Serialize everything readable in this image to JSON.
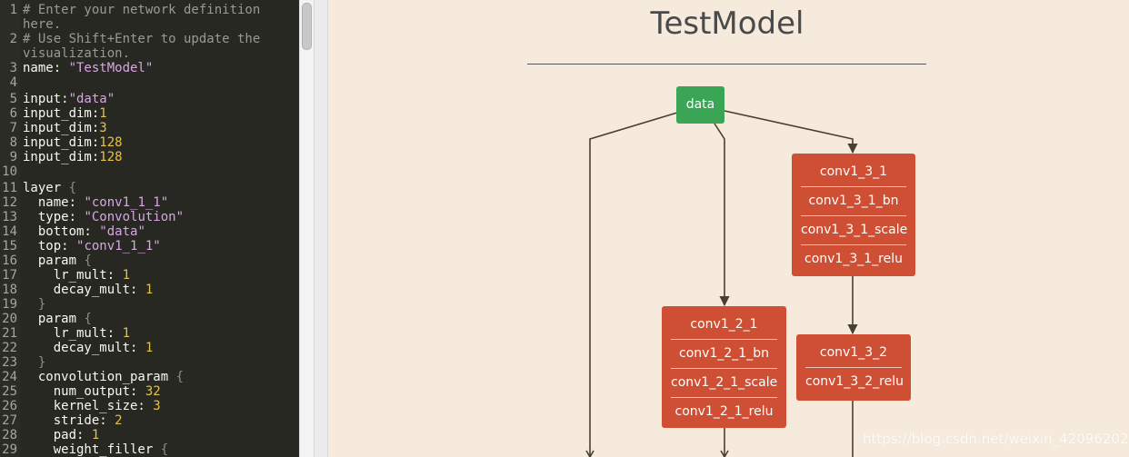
{
  "editor": {
    "line_numbers": [
      "1",
      "2",
      "3",
      "4",
      "5",
      "6",
      "7",
      "8",
      "9",
      "10",
      "11",
      "12",
      "13",
      "14",
      "15",
      "16",
      "17",
      "18",
      "19",
      "20",
      "21",
      "22",
      "23",
      "24",
      "25",
      "26",
      "27",
      "28",
      "29"
    ],
    "lines": {
      "l1a": "# Enter your network definition",
      "l1b": "here.",
      "l2a": "# Use Shift+Enter to update the",
      "l2b": "visualization.",
      "l3k": "name: ",
      "l3v": "\"TestModel\"",
      "l5k": "input:",
      "l5v": "\"data\"",
      "l6k": "input_dim:",
      "l6v": "1",
      "l7k": "input_dim:",
      "l7v": "3",
      "l8k": "input_dim:",
      "l8v": "128",
      "l9k": "input_dim:",
      "l9v": "128",
      "l11k": "layer ",
      "l11p": "{",
      "l12k": "  name: ",
      "l12v": "\"conv1_1_1\"",
      "l13k": "  type: ",
      "l13v": "\"Convolution\"",
      "l14k": "  bottom: ",
      "l14v": "\"data\"",
      "l15k": "  top: ",
      "l15v": "\"conv1_1_1\"",
      "l16k": "  param ",
      "l16p": "{",
      "l17k": "    lr_mult: ",
      "l17v": "1",
      "l18k": "    decay_mult: ",
      "l18v": "1",
      "l19p": "  }",
      "l20k": "  param ",
      "l20p": "{",
      "l21k": "    lr_mult: ",
      "l21v": "1",
      "l22k": "    decay_mult: ",
      "l22v": "1",
      "l23p": "  }",
      "l24k": "  convolution_param ",
      "l24p": "{",
      "l25k": "    num_output: ",
      "l25v": "32",
      "l26k": "    kernel_size: ",
      "l26v": "3",
      "l27k": "    stride: ",
      "l27v": "2",
      "l28k": "    pad: ",
      "l28v": "1",
      "l29k": "    weight_filler ",
      "l29p": "{"
    }
  },
  "graph": {
    "title": "TestModel",
    "nodes": {
      "data": "data",
      "conv1_3": [
        "conv1_3_1",
        "conv1_3_1_bn",
        "conv1_3_1_scale",
        "conv1_3_1_relu"
      ],
      "conv1_2": [
        "conv1_2_1",
        "conv1_2_1_bn",
        "conv1_2_1_scale",
        "conv1_2_1_relu"
      ],
      "conv1_3_2": [
        "conv1_3_2",
        "conv1_3_2_relu"
      ]
    },
    "colors": {
      "input": "#3aa655",
      "layer": "#cf4f34",
      "edge": "#4a3f35"
    }
  },
  "watermark": "https://blog.csdn.net/weixin_42096202"
}
